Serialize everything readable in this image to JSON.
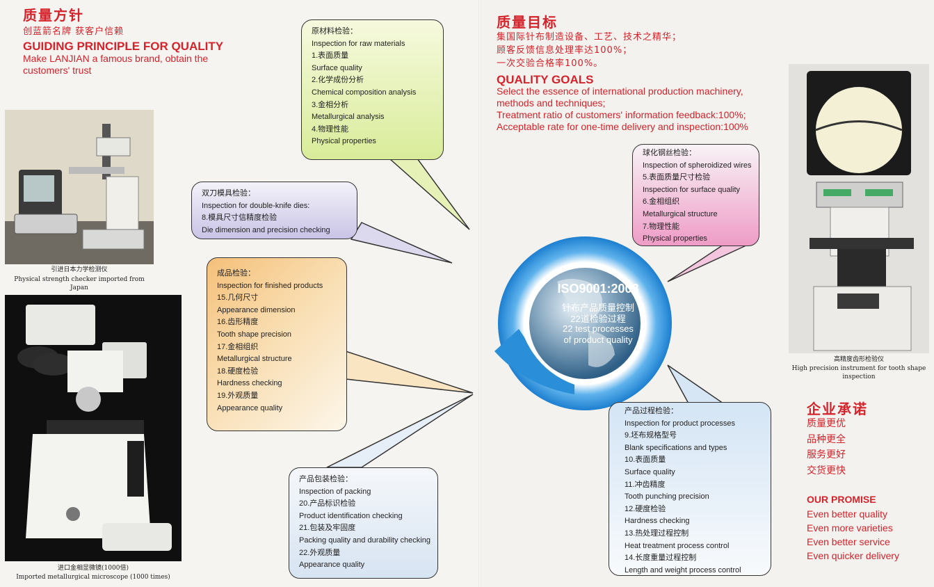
{
  "left": {
    "title_cn": "质量方针",
    "subtitle_cn": "创蓝箭名牌  获客户信赖",
    "title_en": "GUIDING PRINCIPLE FOR QUALITY",
    "subtitle_en_1": "Make LANJIAN a famous brand, obtain the",
    "subtitle_en_2": "customers' trust",
    "photo1_caption_cn": "引进日本力学检测仪",
    "photo1_caption_en": "Physical strength checker imported from Japan",
    "photo2_caption_cn": "进口金相显微镜(1000倍)",
    "photo2_caption_en": "Imported metallurgical microscope (1000 times)"
  },
  "bubbles": {
    "raw_materials": [
      "原材料检验：",
      "Inspection for raw materials",
      "1.表面质量",
      "Surface quality",
      "2.化学成份分析",
      "Chemical composition analysis",
      "3.金相分析",
      "Metallurgical analysis",
      "4.物理性能",
      "Physical properties"
    ],
    "double_knife": [
      "双刀模具检验：",
      "Inspection for double-knife dies:",
      "8.模具尺寸信精度检验",
      "Die dimension and precision checking"
    ],
    "finished": [
      "成品检验：",
      "Inspection for finished products",
      "15.几何尺寸",
      "Appearance dimension",
      "16.齿形精度",
      "Tooth shape precision",
      "17.金相组织",
      "Metallurgical structure",
      "18.硬度检验",
      "Hardness checking",
      "19.外观质量",
      "Appearance quality"
    ],
    "packing": [
      "产品包装检验：",
      "Inspection of packing",
      "20.产品标识检验",
      "Product identification checking",
      "21.包装及牢固度",
      "Packing quality and durability checking",
      "22.外观质量",
      "Appearance quality"
    ],
    "spheroidized": [
      "球化钢丝检验：",
      "Inspection of spheroidized wires",
      "5.表面质量尺寸检验",
      "Inspection for surface quality",
      "6.金相组织",
      "Metallurgical structure",
      "7.物理性能",
      "Physical properties"
    ],
    "process": [
      "产品过程检验：",
      "Inspection for product processes",
      "9.坯布规格型号",
      "Blank specifications and types",
      "10.表面质量",
      "Surface quality",
      "11.冲齿精度",
      "Tooth punching precision",
      "12.硬度检验",
      "Hardness checking",
      "13.热处理过程控制",
      "Heat treatment process control",
      "14.长度重量过程控制",
      "Length and weight process control"
    ]
  },
  "globe": {
    "iso": "ISO9001:2008",
    "cn_1": "针布产品质量控制",
    "cn_2": "22道检验过程",
    "en_1": "22 test processes",
    "en_2": "of product quality"
  },
  "right": {
    "title_cn": "质量目标",
    "goals_cn": [
      "集国际针布制造设备、工艺、技术之精华；",
      "顾客反馈信息处理率达100%；",
      "一次交验合格率100%。"
    ],
    "title_en": "QUALITY GOALS",
    "goals_en": [
      "Select the essence of international production machinery,",
      "methods and techniques;",
      "Treatment ratio of customers' information feedback:100%;",
      "Acceptable rate for one-time delivery and inspection:100%"
    ],
    "photo_caption_cn": "高精度齿形检验仪",
    "photo_caption_en_1": "High precision instrument for tooth shape",
    "photo_caption_en_2": "inspection",
    "promise_title_cn": "企业承诺",
    "promise_cn": [
      "质量更优",
      "品种更全",
      "服务更好",
      "交货更快"
    ],
    "promise_title_en": "OUR PROMISE",
    "promise_en": [
      "Even better quality",
      "Even more varieties",
      "Even better service",
      "Even quicker delivery"
    ]
  },
  "colors": {
    "accent_red": "#d4232b",
    "bubble_green": "#d9ec9a",
    "bubble_lavender": "#c9c4e6",
    "bubble_orange": "#f6c27a",
    "bubble_lightblue": "#cde0f2",
    "bubble_pink": "#ee9cc6",
    "globe_blue": "#2a8fd8"
  }
}
